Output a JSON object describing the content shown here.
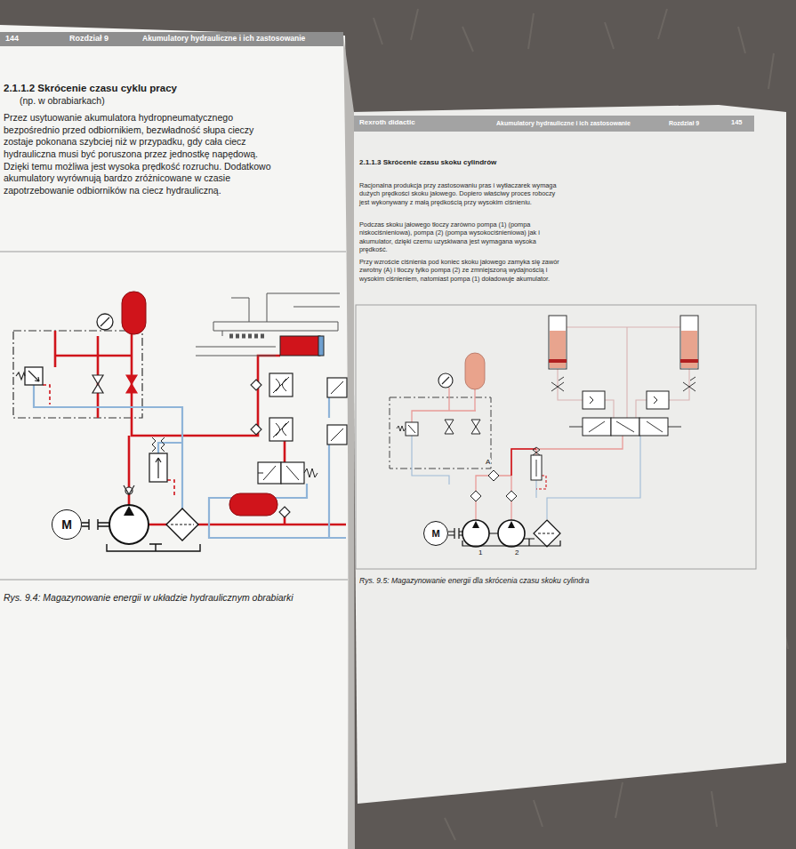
{
  "diagram": {
    "caption": "Rys. 9.5: Magazynowanie energii dla skrócenia czasu skoku cylindra",
    "nodes": [
      {
        "text": [
          "M"
        ]
      },
      {
        "text": [
          "M"
        ]
      }
    ],
    "labels": [
      "144",
      "Rozdział 9",
      "Akumulatory hydrauliczne i ich zastosowanie",
      "2.1.1.2 Skrócenie czasu cyklu pracy",
      "(np. w obrabiarkach)",
      "Przez usytuowanie akumulatora hydropneumatycznego bezpośrednio przed odbiornikiem, bezwładność słupa cieczy zostaje pokonana szybciej niż w przypadku, gdy cała ciecz hydrauliczna musi być poruszona przez jednostkę napędową. Dzięki temu możliwa jest wysoka prędkość rozruchu. Dodatkowo akumulatory wyrównują bardzo zróżnicowane w czasie zapotrzebowanie odbiorników na ciecz hydrauliczną.",
      "Rys. 9.4: Magazynowanie energii w układzie hydraulicznym obrabiarki",
      "Rexroth didactic",
      "Akumulatory hydrauliczne i ich zastosowanie",
      "Rozdział 9",
      "145",
      "2.1.1.3 Skrócenie czasu skoku cylindrów",
      "Racjonalna produkcja przy zastosowaniu pras i wytłaczarek wymaga dużych prędkości skoku jałowego. Dopiero właściwy proces roboczy jest wykonywany z małą prędkością przy wysokim ciśnieniu.",
      "Podczas skoku jałowego tłoczy zarówno pompa (1) (pompa niskociśnieniowa), pompa (2) (pompa wysokociśnieniowa) jak i akumulator, dzięki czemu uzyskiwana jest wymagana wysoka prędkość.",
      "Przy wzroście ciśnienia pod koniec skoku jałowego zamyka się zawór zwrotny (A) i tłoczy tylko pompa (2) ze zmniejszoną wydajnością i wysokim ciśnieniem, natomiast pompa (1) doładowuje akumulator.",
      "A",
      "1",
      "2"
    ]
  }
}
